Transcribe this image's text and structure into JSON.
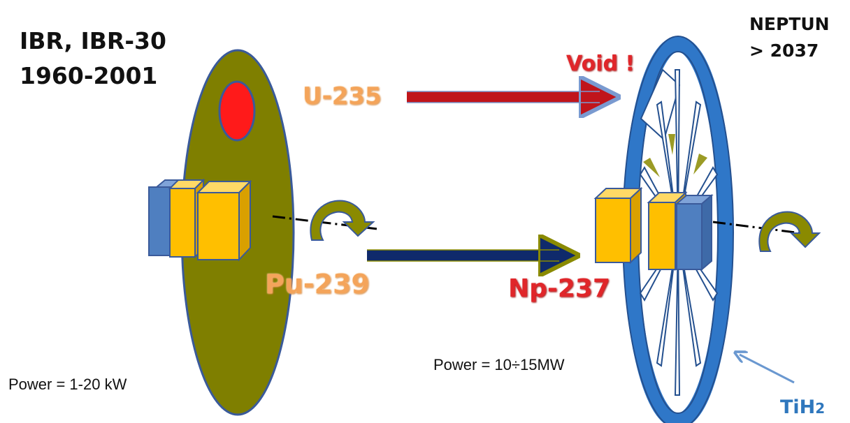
{
  "left_reactor": {
    "title_line1": "IBR, IBR-30",
    "title_line2": "1960-2001",
    "fuel_top_label": "U-235",
    "fuel_bottom_label": "Pu-239",
    "power_label": "Power = 1-20 kW"
  },
  "right_reactor": {
    "title_line1": "NEPTUN",
    "title_line2": "> 2037",
    "void_label": "Void !",
    "fuel_label": "Np-237",
    "power_label": "Power = 10÷15MW",
    "moderator_label": "TiH",
    "moderator_subscript": "2"
  },
  "colors": {
    "left_disc": "#7f7f00",
    "disc_outline": "#3a5a9a",
    "u235_spot": "#ff1a1a",
    "ring_blue": "#2f77c8",
    "block_yellow": "#ffbf00",
    "block_blue": "#4f7fc0",
    "arrow_red": "#c0151b",
    "arrow_navy": "#0f2a6b",
    "curved_arrow": "#8a8a00"
  },
  "icons": [
    "curved-rotation-arrow-icon",
    "straight-arrow-icon",
    "pointer-arrow-icon"
  ]
}
